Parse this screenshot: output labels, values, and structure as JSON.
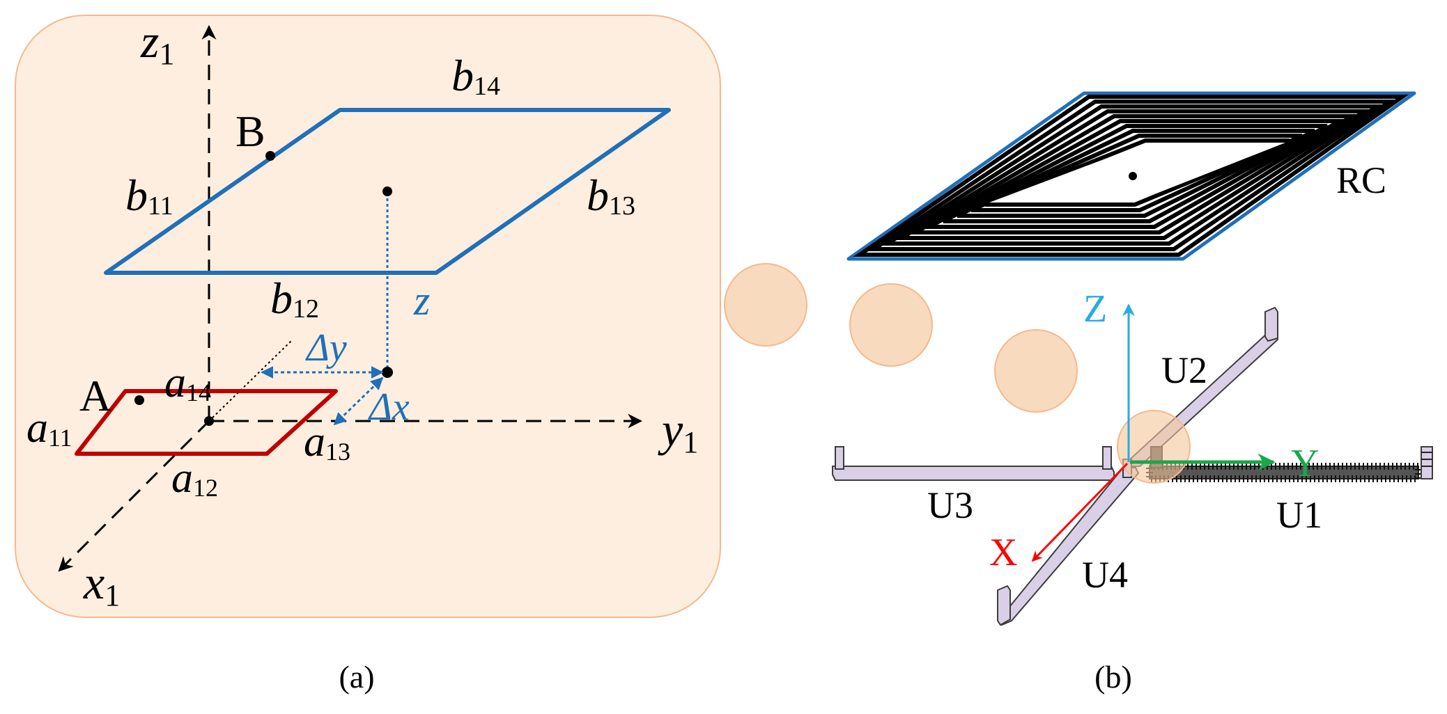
{
  "panel_a": {
    "caption": "(a)",
    "colors": {
      "background": "#fdeedf",
      "background_border": "#f3b98f",
      "primary_coil": "#c00000",
      "secondary_coil": "#1f6fba",
      "offset_annotation": "#1f6fba",
      "axes": "#000000"
    },
    "axes": {
      "z": {
        "letter": "z",
        "sub": "1"
      },
      "y": {
        "letter": "y",
        "sub": "1"
      },
      "x": {
        "letter": "x",
        "sub": "1"
      }
    },
    "points": {
      "A": "A",
      "B": "B"
    },
    "edges_lower": [
      {
        "letter": "a",
        "sub": "11"
      },
      {
        "letter": "a",
        "sub": "12"
      },
      {
        "letter": "a",
        "sub": "13"
      },
      {
        "letter": "a",
        "sub": "14"
      }
    ],
    "edges_upper": [
      {
        "letter": "b",
        "sub": "11"
      },
      {
        "letter": "b",
        "sub": "12"
      },
      {
        "letter": "b",
        "sub": "13"
      },
      {
        "letter": "b",
        "sub": "14"
      }
    ],
    "offsets": {
      "z": "z",
      "dy": "Δy",
      "dx": "Δx"
    }
  },
  "panel_b": {
    "caption": "(b)",
    "receiver_label": "RC",
    "axis_labels": {
      "z": "Z",
      "y": "Y",
      "x": "X"
    },
    "axis_colors": {
      "z": "#29abe2",
      "y": "#1aa64b",
      "x": "#ff0000"
    },
    "units": [
      "U1",
      "U2",
      "U3",
      "U4"
    ],
    "colors": {
      "bar_fill": "#d9cfe6",
      "bar_edge": "#3c3c3c",
      "coil_outer": "#1f6fba",
      "coil_turns": "#000000",
      "bubble": "#f5c69b"
    }
  }
}
